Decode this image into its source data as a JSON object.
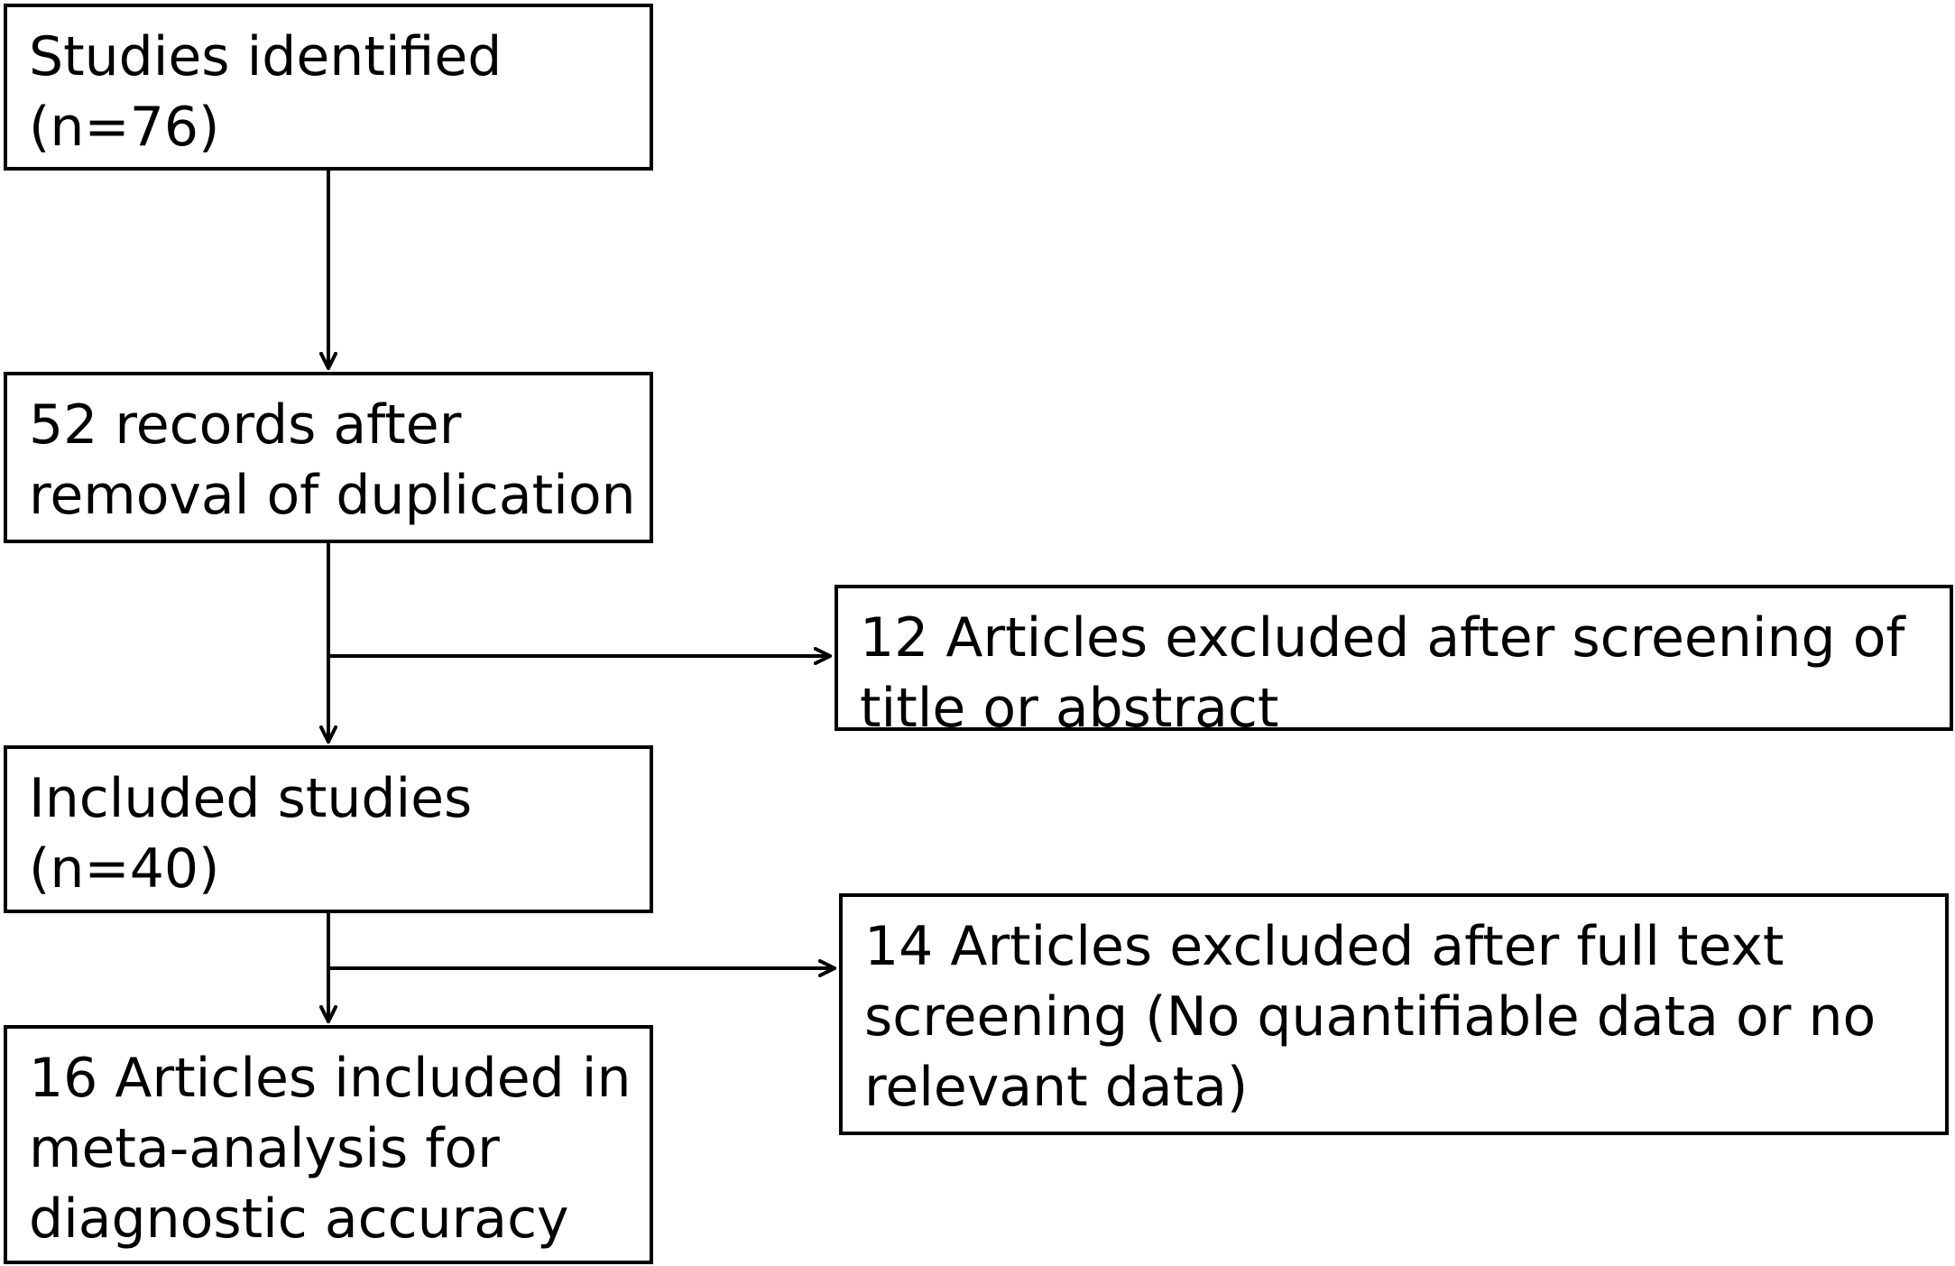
{
  "flowchart": {
    "identified": {
      "line1": "Studies identified",
      "line2": "(n=76)"
    },
    "records": {
      "line1": "52 records after",
      "line2": "removal of duplication"
    },
    "excluded_screening": {
      "line1": "12 Articles excluded after screening of",
      "line2": "title or abstract"
    },
    "included": {
      "line1": "Included studies",
      "line2": "(n=40)"
    },
    "excluded_fulltext": {
      "line1": "14 Articles excluded after full text",
      "line2": "screening (No quantifiable data or no",
      "line3": "relevant data)"
    },
    "final": {
      "line1": "16 Articles included in",
      "line2": "meta-analysis for",
      "line3": "diagnostic accuracy"
    }
  }
}
